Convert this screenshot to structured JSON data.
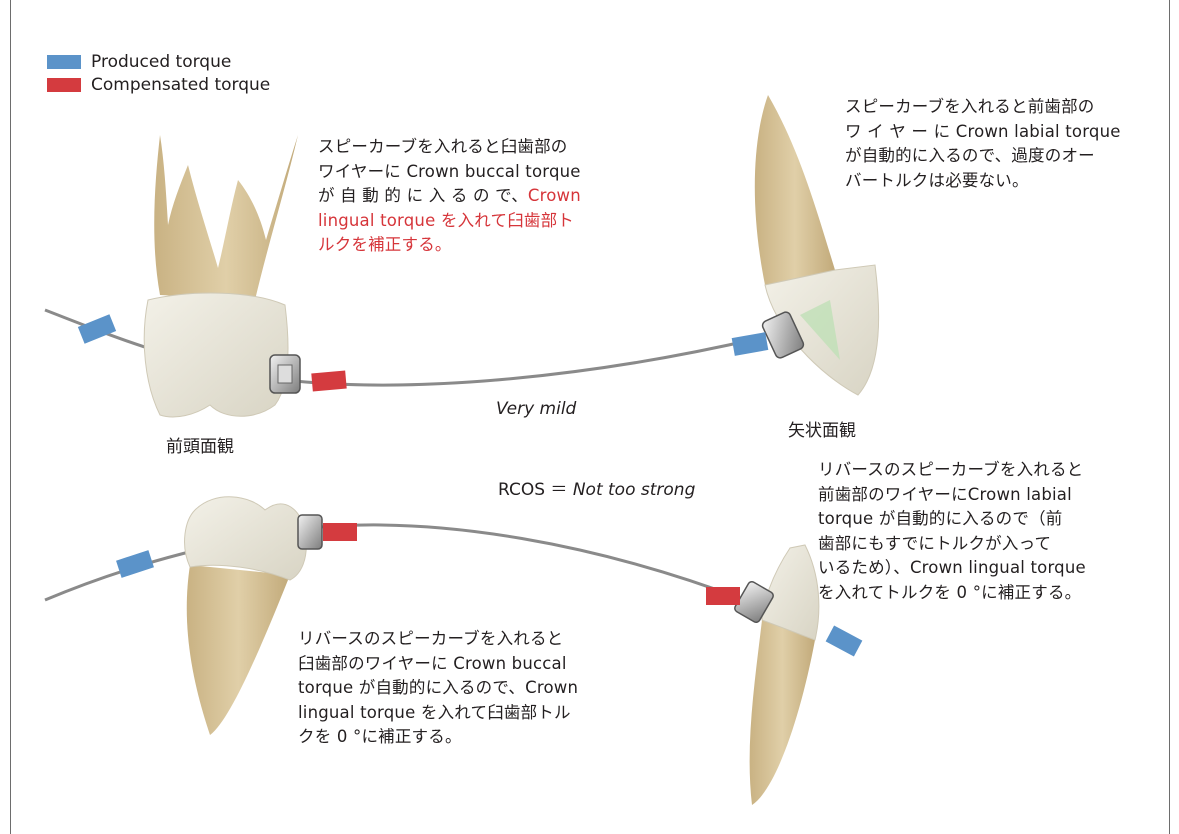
{
  "colors": {
    "produced": "#5b93c9",
    "compensated": "#d43b3f",
    "wire": "#8a8a8a",
    "enamel": "#ece9dd",
    "root": "#d9c69d",
    "text": "#231f20",
    "highlight": "#d6353a"
  },
  "legend": {
    "produced_label": "Produced torque",
    "compensated_label": "Compensated torque"
  },
  "top_left_note": {
    "text_1": "スピーカーブを入れると臼歯部の",
    "text_2": "ワイヤーに Crown buccal torque",
    "text_3a": "が 自 動 的 に 入 る の で、",
    "text_3b": "Crown",
    "text_4": "lingual torque を入れて臼歯部ト",
    "text_5": "ルクを補正する。"
  },
  "top_right_note": {
    "text_1": "スピーカーブを入れると前歯部の",
    "text_2": "ワ イ ヤ ー に Crown labial torque",
    "text_3": "が自動的に入るので、過度のオー",
    "text_4": "バートルクは必要ない。"
  },
  "labels": {
    "frontal_view": "前頭面観",
    "sagittal_view": "矢状面観",
    "very_mild": "Very mild",
    "rcos_prefix": "RCOS ＝ ",
    "rcos_value": "Not too strong"
  },
  "bottom_left_note": {
    "text_1": "リバースのスピーカーブを入れると",
    "text_2": "臼歯部のワイヤーに Crown buccal",
    "text_3": "torque が自動的に入るので、Crown",
    "text_4": "lingual torque を入れて臼歯部トル",
    "text_5": "クを 0 °に補正する。"
  },
  "bottom_right_note": {
    "text_1": "リバースのスピーカーブを入れると",
    "text_2": "前歯部のワイヤーにCrown labial",
    "text_3": "torque が自動的に入るので（前",
    "text_4": "歯部にもすでにトルクが入って",
    "text_5": "いるため）、Crown lingual torque",
    "text_6": "を入れてトルクを 0 °に補正する。"
  }
}
